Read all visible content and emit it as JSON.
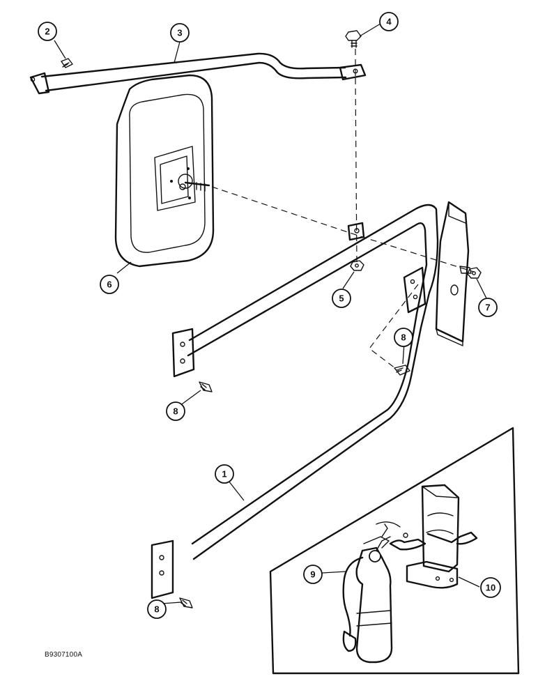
{
  "figure": {
    "id": "B9307100A"
  },
  "callouts": [
    {
      "number": "1",
      "part": "mirror-support-arm"
    },
    {
      "number": "2",
      "part": "bolt"
    },
    {
      "number": "3",
      "part": "brace-bar"
    },
    {
      "number": "4",
      "part": "bolt"
    },
    {
      "number": "5",
      "part": "nut"
    },
    {
      "number": "6",
      "part": "mirror"
    },
    {
      "number": "7",
      "part": "nut"
    },
    {
      "number": "8",
      "part": "bolt"
    },
    {
      "number": "8",
      "part": "bolt"
    },
    {
      "number": "8",
      "part": "bolt"
    },
    {
      "number": "9",
      "part": "fire-extinguisher"
    },
    {
      "number": "10",
      "part": "extinguisher-bracket"
    }
  ]
}
